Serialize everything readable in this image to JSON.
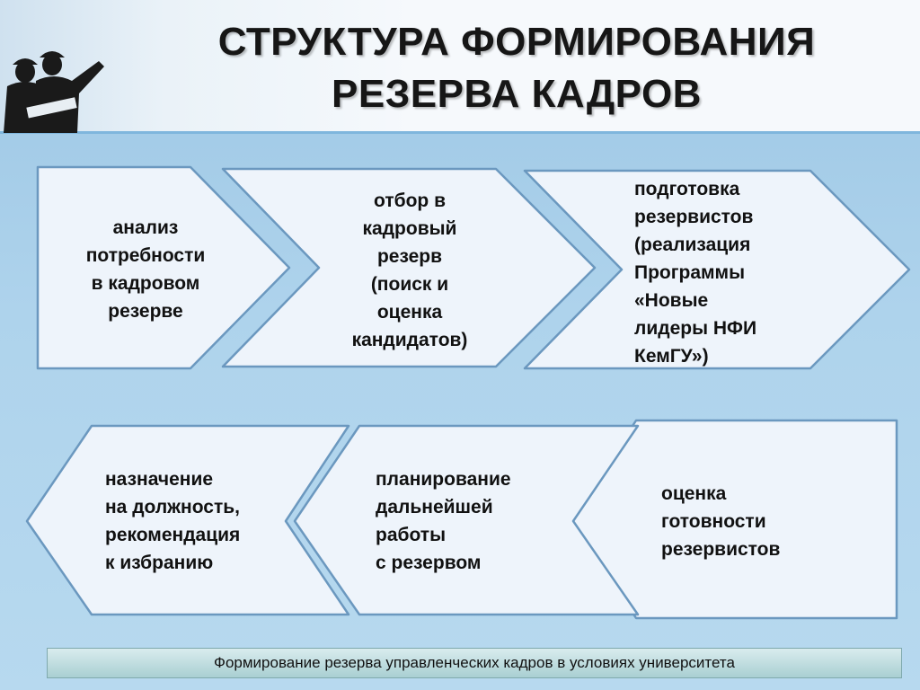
{
  "title": {
    "line1": "СТРУКТУРА ФОРМИРОВАНИЯ",
    "line2": "РЕЗЕРВА КАДРОВ"
  },
  "steps": [
    {
      "id": "analysis",
      "label": "анализ\nпотребности\nв кадровом\nрезерве"
    },
    {
      "id": "selection",
      "label": "отбор в\nкадровый\nрезерв\n(поиск и\nоценка\nкандидатов)"
    },
    {
      "id": "training",
      "label": "подготовка\nрезервистов\n(реализация\nПрограммы\n«Новые\nлидеры НФИ\nКемГУ»)"
    },
    {
      "id": "assessment",
      "label": "оценка\nготовности\nрезервистов"
    },
    {
      "id": "planning",
      "label": "планирование\nдальнейшей\nработы\nс резервом"
    },
    {
      "id": "appointment",
      "label": "назначение\nна должность,\nрекомендация\nк избранию"
    }
  ],
  "footer": "Формирование резерва управленческих кадров в условиях университета",
  "colors": {
    "shape_fill": "#eef4fb",
    "shape_stroke": "#6b98bf",
    "background": "#a9d0ea"
  },
  "icons": [
    "workers-silhouette-icon"
  ]
}
